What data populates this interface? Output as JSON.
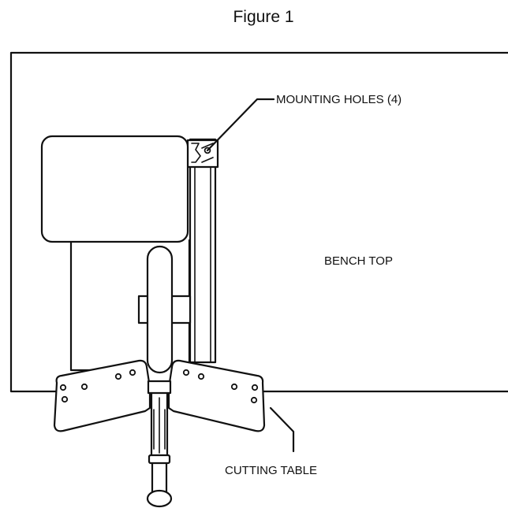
{
  "figure": {
    "title": "Figure 1",
    "labels": {
      "mounting_holes": "MOUNTING HOLES (4)",
      "bench_top": "BENCH TOP",
      "cutting_table": "CUTTING TABLE"
    }
  },
  "colors": {
    "line": "#111111",
    "background": "#ffffff"
  }
}
